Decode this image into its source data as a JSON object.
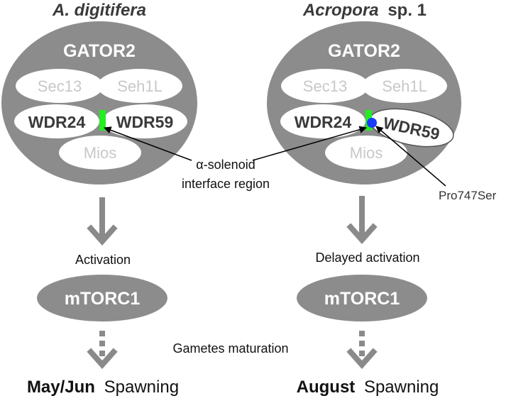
{
  "left": {
    "species": "A. digitifera",
    "complex": "GATOR2",
    "subunits": {
      "sec13": "Sec13",
      "seh1l": "Seh1L",
      "wdr24": "WDR24",
      "wdr59": "WDR59",
      "mios": "Mios"
    },
    "activation": "Activation",
    "target": "mTORC1",
    "outcome_bold": "May/Jun",
    "outcome_rest": "Spawning"
  },
  "right": {
    "species_italic": "Acropora",
    "species_rest": "sp. 1",
    "complex": "GATOR2",
    "subunits": {
      "sec13": "Sec13",
      "seh1l": "Seh1L",
      "wdr24": "WDR24",
      "wdr59": "WDR59",
      "mios": "Mios"
    },
    "activation": "Delayed activation",
    "target": "mTORC1",
    "outcome_bold": "August",
    "outcome_rest": "Spawning"
  },
  "annotations": {
    "interface_line1": "α-solenoid",
    "interface_line2": "interface region",
    "mutation": "Pro747Ser",
    "maturation": "Gametes maturation"
  },
  "colors": {
    "complex_fill": "#8c8c8c",
    "subunit_fill": "#ffffff",
    "faded_text": "#c8c8c8",
    "dark_text": "#3a3a3a",
    "interface_green": "#22ee22",
    "mutation_blue": "#1a3cff",
    "arrow_gray": "#8a8a8a"
  }
}
